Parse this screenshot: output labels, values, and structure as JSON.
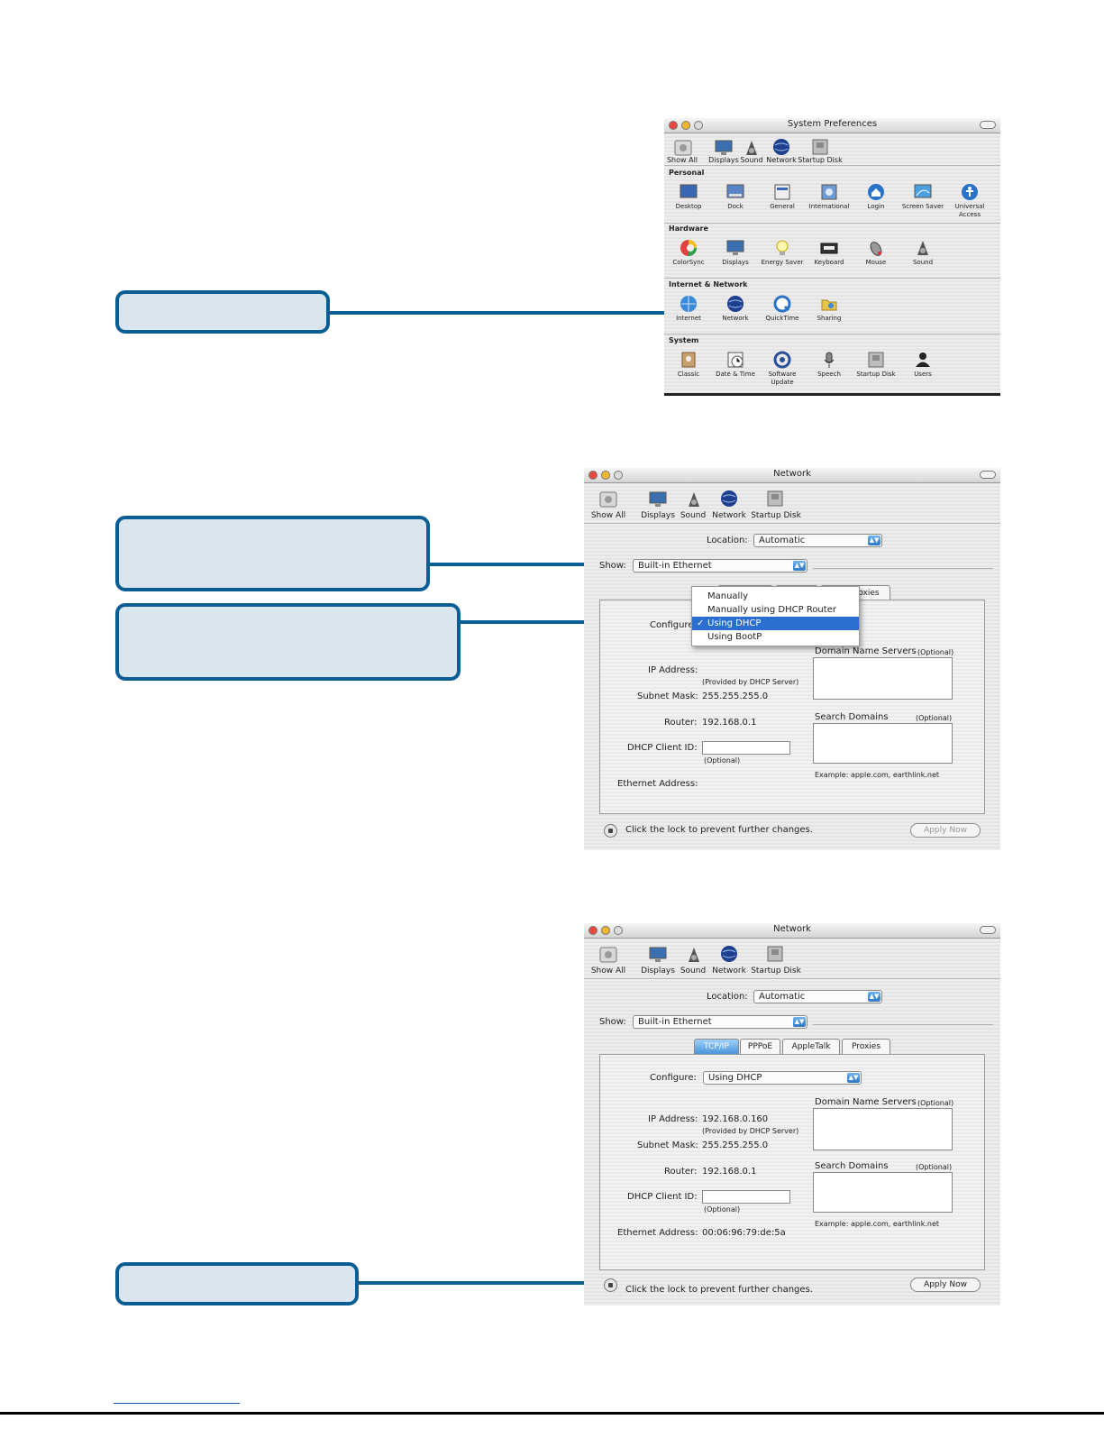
{
  "sysprefs": {
    "title": "System Preferences",
    "toolbar": [
      "Show All",
      "Displays",
      "Sound",
      "Network",
      "Startup Disk"
    ],
    "sections": {
      "personal": "Personal",
      "hardware": "Hardware",
      "internet": "Internet & Network",
      "system": "System"
    },
    "personal": [
      "Desktop",
      "Dock",
      "General",
      "International",
      "Login",
      "Screen Saver",
      "Universal Access"
    ],
    "hardware": [
      "ColorSync",
      "Displays",
      "Energy Saver",
      "Keyboard",
      "Mouse",
      "Sound"
    ],
    "internet": [
      "Internet",
      "Network",
      "QuickTime",
      "Sharing"
    ],
    "system": [
      "Classic",
      "Date & Time",
      "Software Update",
      "Speech",
      "Startup Disk",
      "Users"
    ]
  },
  "network1": {
    "title": "Network",
    "toolbar": [
      "Show All",
      "Displays",
      "Sound",
      "Network",
      "Startup Disk"
    ],
    "location_label": "Location:",
    "location_value": "Automatic",
    "show_label": "Show:",
    "show_value": "Built-in Ethernet",
    "tab_last": "oxies",
    "configure_label": "Configure:",
    "menu": [
      "Manually",
      "Manually using DHCP Router",
      "Using DHCP",
      "Using BootP"
    ],
    "checkmark": "✓",
    "dns_label": "Domain Name Servers",
    "optional": "(Optional)",
    "ip_label": "IP Address:",
    "provided": "(Provided by DHCP Server)",
    "subnet_label": "Subnet Mask:",
    "subnet_value": "255.255.255.0",
    "router_label": "Router:",
    "router_value": "192.168.0.1",
    "search_label": "Search Domains",
    "client_label": "DHCP Client ID:",
    "example": "Example: apple.com, earthlink.net",
    "ethernet_label": "Ethernet Address:",
    "lock_text": "Click the lock to prevent further changes.",
    "apply": "Apply Now"
  },
  "network2": {
    "title": "Network",
    "toolbar": [
      "Show All",
      "Displays",
      "Sound",
      "Network",
      "Startup Disk"
    ],
    "location_label": "Location:",
    "location_value": "Automatic",
    "show_label": "Show:",
    "show_value": "Built-in Ethernet",
    "tabs": [
      "TCP/IP",
      "PPPoE",
      "AppleTalk",
      "Proxies"
    ],
    "configure_label": "Configure:",
    "configure_value": "Using DHCP",
    "dns_label": "Domain Name Servers",
    "optional": "(Optional)",
    "ip_label": "IP Address:",
    "ip_value": "192.168.0.160",
    "provided": "(Provided by DHCP Server)",
    "subnet_label": "Subnet Mask:",
    "subnet_value": "255.255.255.0",
    "router_label": "Router:",
    "router_value": "192.168.0.1",
    "search_label": "Search Domains",
    "client_label": "DHCP Client ID:",
    "example": "Example: apple.com, earthlink.net",
    "ethernet_label": "Ethernet Address:",
    "ethernet_value": "00:06:96:79:de:5a",
    "lock_text": "Click the lock to prevent further changes.",
    "apply": "Apply Now"
  }
}
